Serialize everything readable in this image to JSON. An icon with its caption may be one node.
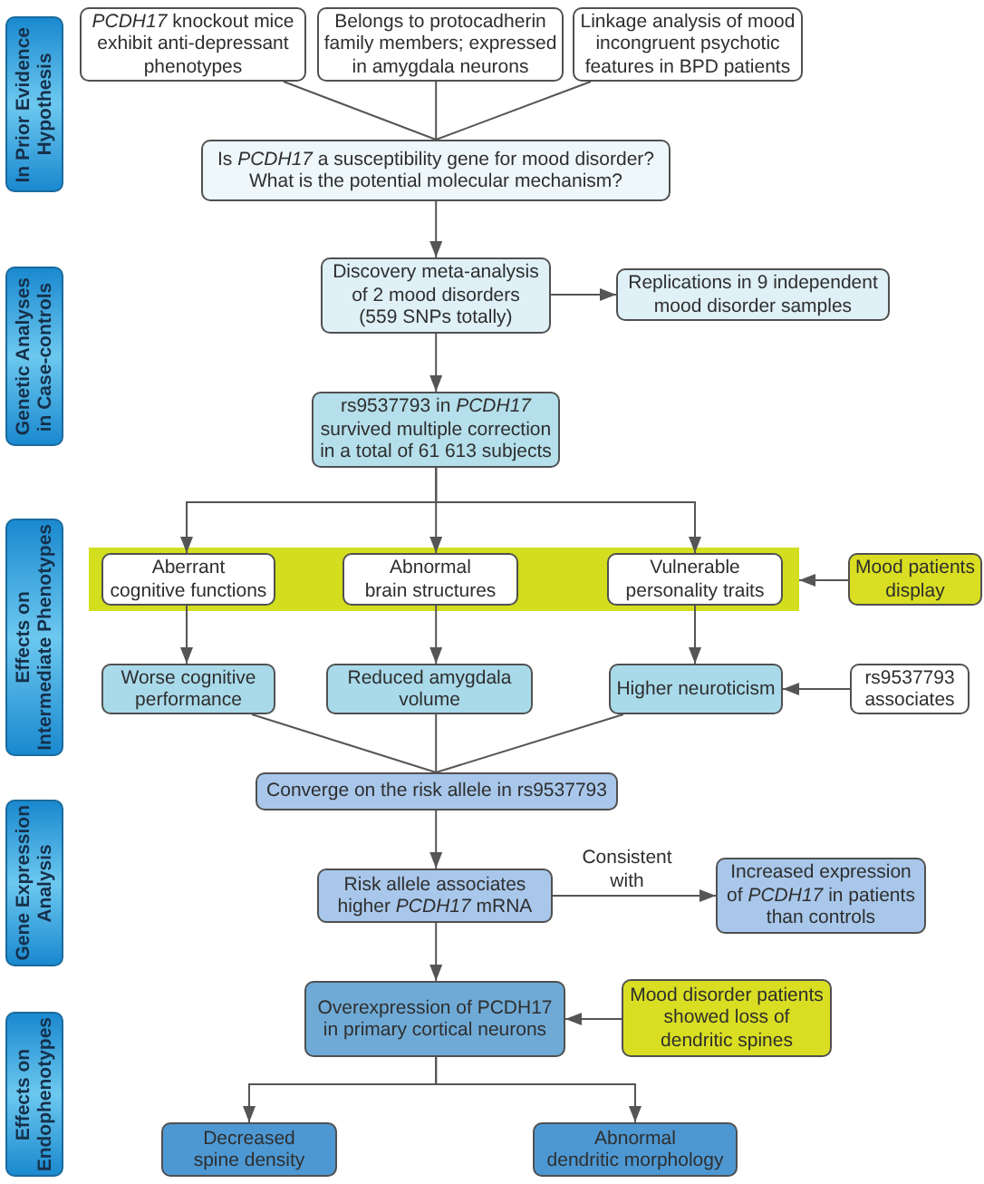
{
  "diagram": {
    "nodes": [
      {
        "text": [
          "In Prior Evidence Hypothesis"
        ]
      },
      {
        "text": [
          "*PCDH17* knockout mice exhibit anti-depressant phenotypes"
        ]
      },
      {
        "text": [
          "Belongs to protocadherin family members; expressed in amygdala neurons"
        ]
      },
      {
        "text": [
          "Linkage analysis of mood incongruent psychotic features in BPD patients"
        ]
      },
      {
        "text": [
          "Is *PCDH17* a susceptibility gene for mood disorder? What is the potential molecular mechanism?"
        ]
      },
      {
        "text": [
          "Genetic Analyses in Case-controls"
        ]
      },
      {
        "text": [
          "Discovery meta-analysis of 2 mood disorders (559 SNPs totally)"
        ]
      },
      {
        "text": [
          "Replications in 9 independent mood disorder samples"
        ]
      },
      {
        "text": [
          "rs9537793 in *PCDH17* survived multiple correction in a total of 61 613 subjects"
        ]
      },
      {
        "text": [
          "Effects on Intermediate Phenotypes"
        ]
      },
      {
        "text": [],
        "shape": "bar"
      },
      {
        "text": [
          "Aberrant cognitive functions"
        ],
        "in": 10
      },
      {
        "text": [
          "Abnormal brain structures"
        ],
        "in": 10
      },
      {
        "text": [
          "Vulnerable personality traits"
        ],
        "in": 10
      },
      {
        "text": [
          "Mood patients display"
        ]
      },
      {
        "text": [
          "Worse cognitive performance"
        ]
      },
      {
        "text": [
          "Reduced amygdala volume"
        ]
      },
      {
        "text": [
          "Higher neuroticism"
        ]
      },
      {
        "text": [
          "rs9537793 associates"
        ]
      },
      {
        "text": [
          "Converge on the risk allele in rs9537793"
        ]
      },
      {
        "text": [
          "Gene Expression Analysis"
        ]
      },
      {
        "text": [
          "Risk allele associates higher *PCDH17* mRNA"
        ]
      },
      {
        "text": [
          "Increased expression of *PCDH17* in patients than controls"
        ]
      },
      {
        "text": [
          "Effects on Endophenotypes"
        ]
      },
      {
        "text": [
          "Overexpression of PCDH17 in primary cortical neurons"
        ]
      },
      {
        "text": [
          "Mood disorder patients showed loss of dendritic spines"
        ]
      },
      {
        "text": [
          "Decreased spine density"
        ]
      },
      {
        "text": [
          "Abnormal dendritic morphology"
        ]
      }
    ],
    "edges": [
      {
        "from": 1,
        "to": 4,
        "arrow": "none"
      },
      {
        "from": 2,
        "to": 4,
        "arrow": "none"
      },
      {
        "from": 3,
        "to": 4,
        "arrow": "none"
      },
      {
        "from": 4,
        "to": 6,
        "arrow": "to"
      },
      {
        "from": 6,
        "to": 7,
        "arrow": "to"
      },
      {
        "from": 6,
        "to": 8,
        "arrow": "to"
      },
      {
        "from": 8,
        "to": 11,
        "arrow": "to"
      },
      {
        "from": 8,
        "to": 12,
        "arrow": "to"
      },
      {
        "from": 8,
        "to": 13,
        "arrow": "to"
      },
      {
        "from": 14,
        "to": 10,
        "arrow": "to"
      },
      {
        "from": 11,
        "to": 15,
        "arrow": "to"
      },
      {
        "from": 12,
        "to": 16,
        "arrow": "to"
      },
      {
        "from": 13,
        "to": 17,
        "arrow": "to"
      },
      {
        "from": 18,
        "to": 17,
        "arrow": "to"
      },
      {
        "from": 15,
        "to": 19,
        "arrow": "none"
      },
      {
        "from": 16,
        "to": 19,
        "arrow": "none"
      },
      {
        "from": 17,
        "to": 19,
        "arrow": "none"
      },
      {
        "from": 19,
        "to": 21,
        "arrow": "to"
      },
      {
        "from": 21,
        "to": 22,
        "arrow": "to",
        "label": "Consistent with"
      },
      {
        "from": 21,
        "to": 24,
        "arrow": "to"
      },
      {
        "from": 25,
        "to": 24,
        "arrow": "to"
      },
      {
        "from": 24,
        "to": 26,
        "arrow": "to"
      },
      {
        "from": 24,
        "to": 27,
        "arrow": "to"
      }
    ]
  }
}
